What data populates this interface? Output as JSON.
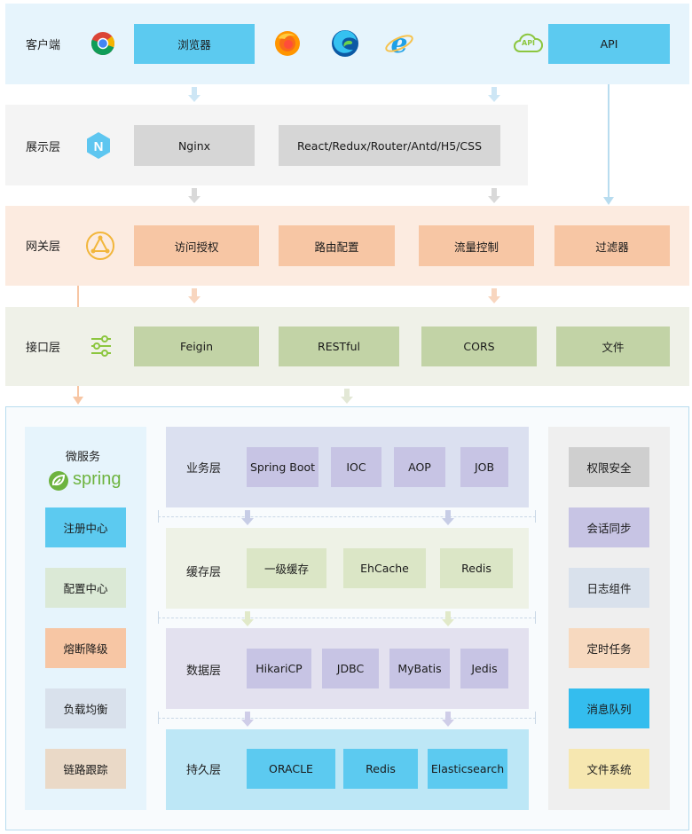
{
  "client": {
    "label": "客户端",
    "browser": "浏览器",
    "api_icon_text": "API",
    "api": "API"
  },
  "presentation": {
    "label": "展示层",
    "nginx": "Nginx",
    "frontend": "React/Redux/Router/Antd/H5/CSS"
  },
  "gateway": {
    "label": "网关层",
    "items": [
      "访问授权",
      "路由配置",
      "流量控制",
      "过滤器"
    ]
  },
  "interface": {
    "label": "接口层",
    "items": [
      "Feigin",
      "RESTful",
      "CORS",
      "文件"
    ]
  },
  "microservice": {
    "title": "微服务",
    "logo_text": "spring",
    "items": [
      "注册中心",
      "配置中心",
      "熔断降级",
      "负载均衡",
      "链路跟踪"
    ]
  },
  "business": {
    "label": "业务层",
    "items": [
      "Spring Boot",
      "IOC",
      "AOP",
      "JOB"
    ]
  },
  "cache": {
    "label": "缓存层",
    "items": [
      "一级缓存",
      "EhCache",
      "Redis"
    ]
  },
  "data": {
    "label": "数据层",
    "items": [
      "HikariCP",
      "JDBC",
      "MyBatis",
      "Jedis"
    ]
  },
  "persistence": {
    "label": "持久层",
    "items": [
      "ORACLE",
      "Redis",
      "Elasticsearch"
    ]
  },
  "right": {
    "items": [
      "权限安全",
      "会话同步",
      "日志组件",
      "定时任务",
      "消息队列",
      "文件系统"
    ]
  },
  "colors": {
    "client_band": "#e6f4fc",
    "presentation_band": "#f4f4f4",
    "gateway_band": "#fcebe0",
    "interface_band": "#eff1e8",
    "blue_box": "#5ccaf0",
    "gray_box": "#d6d6d6",
    "orange_box": "#f7c6a4",
    "green_box": "#c2d3a6",
    "purple_box": "#c7c4e4",
    "light_green_box": "#dbe6c6",
    "spring_green": "#6db33f"
  }
}
